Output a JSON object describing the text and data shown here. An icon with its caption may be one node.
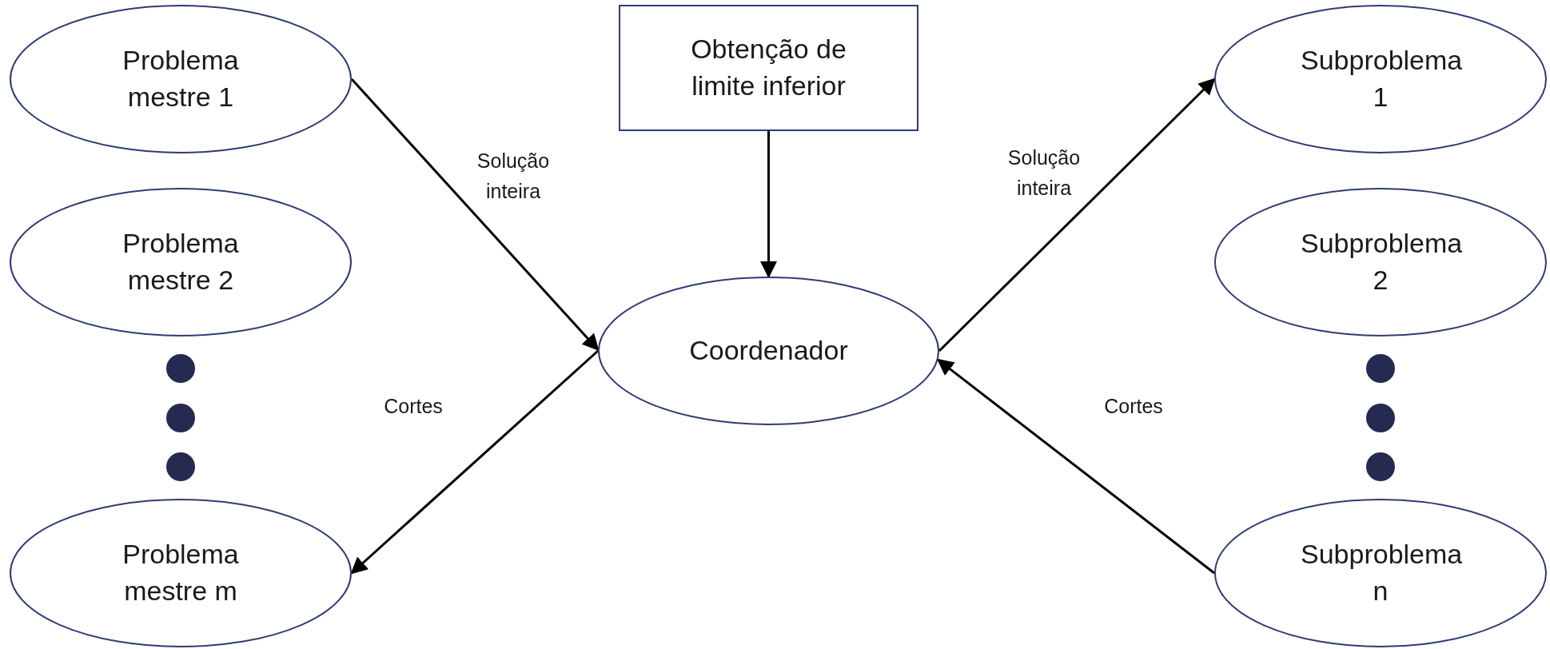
{
  "diagram": {
    "nodes": [
      {
        "text": [
          "Problema mestre 1"
        ]
      },
      {
        "text": [
          "Problema mestre 2"
        ]
      },
      {
        "text": [
          "Problema mestre m"
        ]
      },
      {
        "text": [
          "Obtenção de limite inferior"
        ]
      },
      {
        "text": [
          "Coordenador"
        ]
      },
      {
        "text": [
          "Subproblema 1"
        ]
      },
      {
        "text": [
          "Subproblema 2"
        ]
      },
      {
        "text": [
          "Subproblema n"
        ]
      }
    ],
    "edges": [
      {
        "from": 0,
        "to": 4,
        "arrow": "to",
        "label": "Solução inteira"
      },
      {
        "from": 4,
        "to": 2,
        "arrow": "to",
        "label": "Cortes"
      },
      {
        "from": 3,
        "to": 4,
        "arrow": "to"
      },
      {
        "from": 4,
        "to": 5,
        "arrow": "to",
        "label": "Solução inteira"
      },
      {
        "from": 7,
        "to": 4,
        "arrow": "to",
        "label": "Cortes"
      }
    ]
  }
}
